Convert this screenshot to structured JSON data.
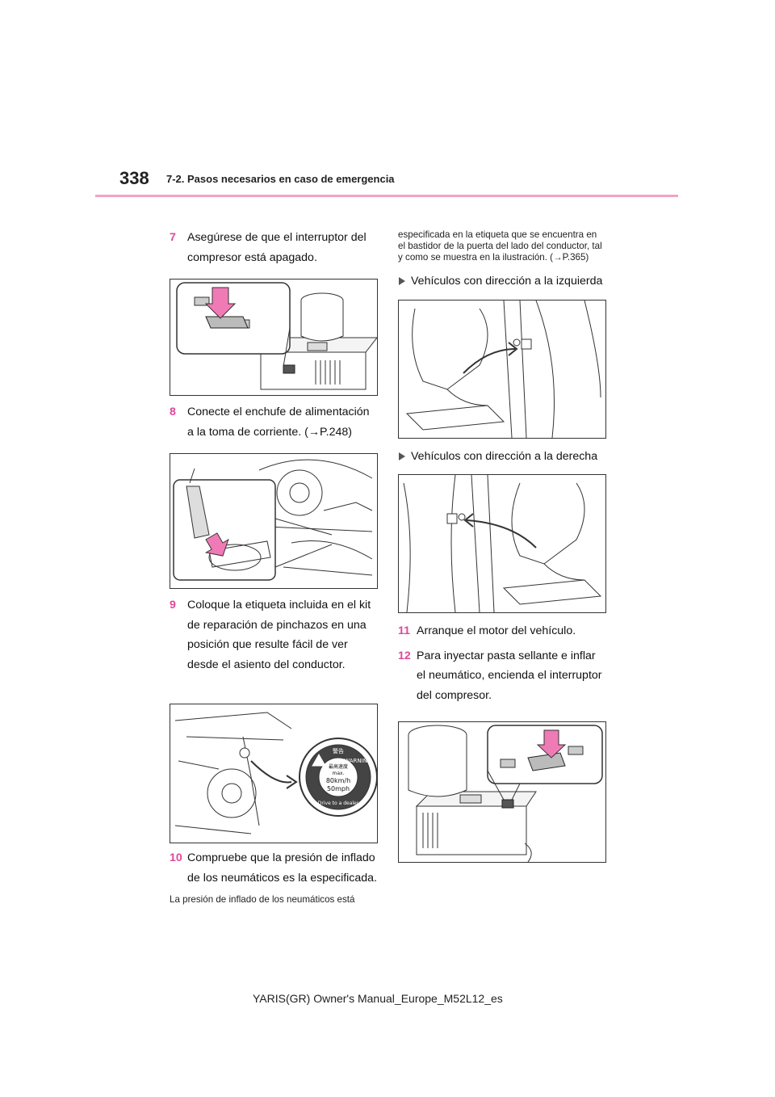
{
  "header": {
    "page_number": "338",
    "section_title": "7-2. Pasos necesarios en caso de emergencia"
  },
  "steps": {
    "s7": {
      "num": "7",
      "text": "Asegúrese de que el interruptor del compresor está apagado."
    },
    "s8": {
      "num": "8",
      "text": "Conecte el enchufe de alimentación a la toma de corriente. (→P.248)"
    },
    "s9": {
      "num": "9",
      "text": "Coloque la etiqueta incluida en el kit de reparación de pinchazos en una posición que resulte fácil de ver desde el asiento del conductor."
    },
    "s10": {
      "num": "10",
      "text": "Compruebe que la presión de inflado de los neumáticos es la especificada."
    },
    "s10_note_a": "La presión de inflado de los neumáticos está",
    "s10_note_b": "especificada en la etiqueta que se encuentra en el bastidor de la puerta del lado del conductor, tal y como se muestra en la ilustración. (→P.365)",
    "s11": {
      "num": "11",
      "text": "Arranque el motor del vehículo."
    },
    "s12": {
      "num": "12",
      "text": "Para inyectar pasta sellante e inflar el neumático, encienda el interruptor del compresor."
    }
  },
  "conditions": {
    "lhd": "Vehículos con dirección a la izquierda",
    "rhd": "Vehículos con dirección a la derecha"
  },
  "label_sticker": {
    "warning_jp": "警告",
    "warning_en": "/ WARNING",
    "speed_jp": "最高速度",
    "max": "max.",
    "kmh": "80km/h",
    "mph": "50mph",
    "drive_dealer": "Drive to a dealer"
  },
  "colors": {
    "accent_pink": "#e0489a",
    "rule_pink": "#f2a3c8",
    "arrow_pink": "#f07ab5"
  },
  "footer": "YARIS(GR) Owner's Manual_Europe_M52L12_es"
}
